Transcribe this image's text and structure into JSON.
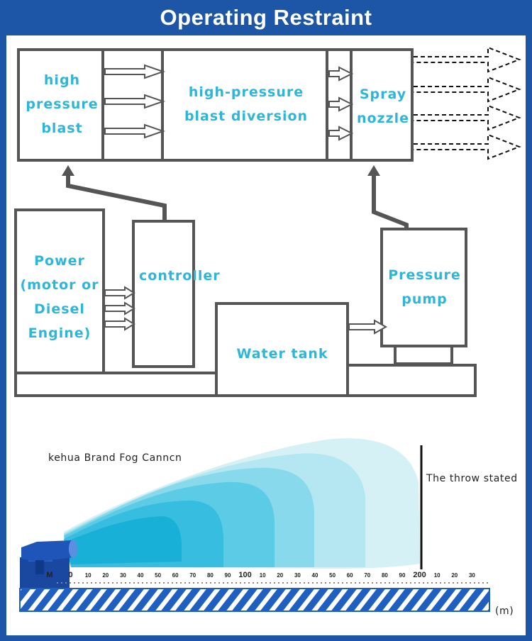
{
  "header": {
    "title": "Operating Restraint"
  },
  "diagram": {
    "high_pressure_blast": [
      "high",
      "pressure",
      "blast"
    ],
    "blast_diversion": [
      "high-pressure",
      "blast diversion"
    ],
    "spray_nozzle": [
      "Spray",
      "nozzle"
    ],
    "power": [
      "Power",
      "(motor or",
      "Diesel",
      "Engine)"
    ],
    "controller": "controller",
    "water_tank": "Water tank",
    "pressure_pump": [
      "Pressure",
      "pump"
    ]
  },
  "throw": {
    "brand_label": "kehua Brand Fog Canncn",
    "throw_label": "The throw stated",
    "unit": "(m)",
    "scale": [
      "M",
      "0",
      "10",
      "20",
      "30",
      "40",
      "50",
      "60",
      "70",
      "80",
      "90",
      "100",
      "10",
      "20",
      "30",
      "40",
      "50",
      "60",
      "70",
      "80",
      "90",
      "200",
      "10",
      "20",
      "30"
    ]
  },
  "colors": {
    "frame": "#1d56a6",
    "label": "#2eb6d8",
    "line": "#555555"
  }
}
